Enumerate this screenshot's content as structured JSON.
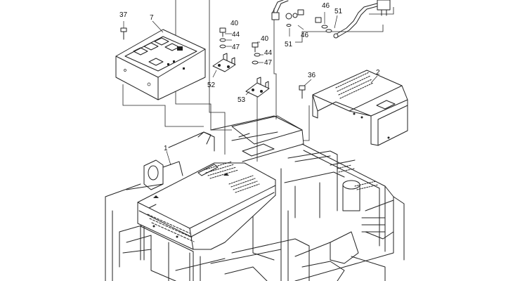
{
  "callouts": {
    "c37": "37",
    "c7": "7",
    "c40a": "40",
    "c44a": "44",
    "c47a": "47",
    "c52": "52",
    "c40b": "40",
    "c44b": "44",
    "c47b": "47",
    "c53": "53",
    "c46a": "46",
    "c51a": "51",
    "c46b": "46",
    "c51b": "51",
    "c36": "36",
    "c2": "2",
    "c1": "1"
  },
  "colors": {
    "line": "#222222",
    "background": "#ffffff"
  }
}
